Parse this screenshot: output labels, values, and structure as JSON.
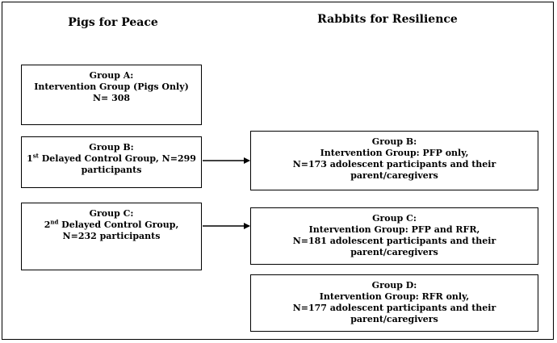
{
  "headings": {
    "left": "Pigs for Peace",
    "right": "Rabbits for Resilience"
  },
  "left_boxes": {
    "group_a": {
      "title": "Group A:",
      "line1": "Intervention Group (Pigs Only)",
      "line2": "N= 308"
    },
    "group_b": {
      "title": "Group B:",
      "line1_num": "1",
      "line1_sup": "st",
      "line1_rest": " Delayed Control Group, N=299",
      "line2": "participants"
    },
    "group_c": {
      "title": "Group C:",
      "line1_num": "2",
      "line1_sup": "nd",
      "line1_rest": " Delayed Control Group,",
      "line2": "N=232 participants"
    }
  },
  "right_boxes": {
    "group_b": {
      "title": "Group B:",
      "line1": "Intervention Group: PFP only,",
      "line2": "N=173 adolescent participants and their",
      "line3": "parent/caregivers"
    },
    "group_c": {
      "title": "Group C:",
      "line1": "Intervention Group: PFP and RFR,",
      "line2": "N=181 adolescent participants and their",
      "line3": "parent/caregivers"
    },
    "group_d": {
      "title": "Group D:",
      "line1": "Intervention Group: RFR only,",
      "line2": "N=177 adolescent participants and their",
      "line3": "parent/caregivers"
    }
  }
}
